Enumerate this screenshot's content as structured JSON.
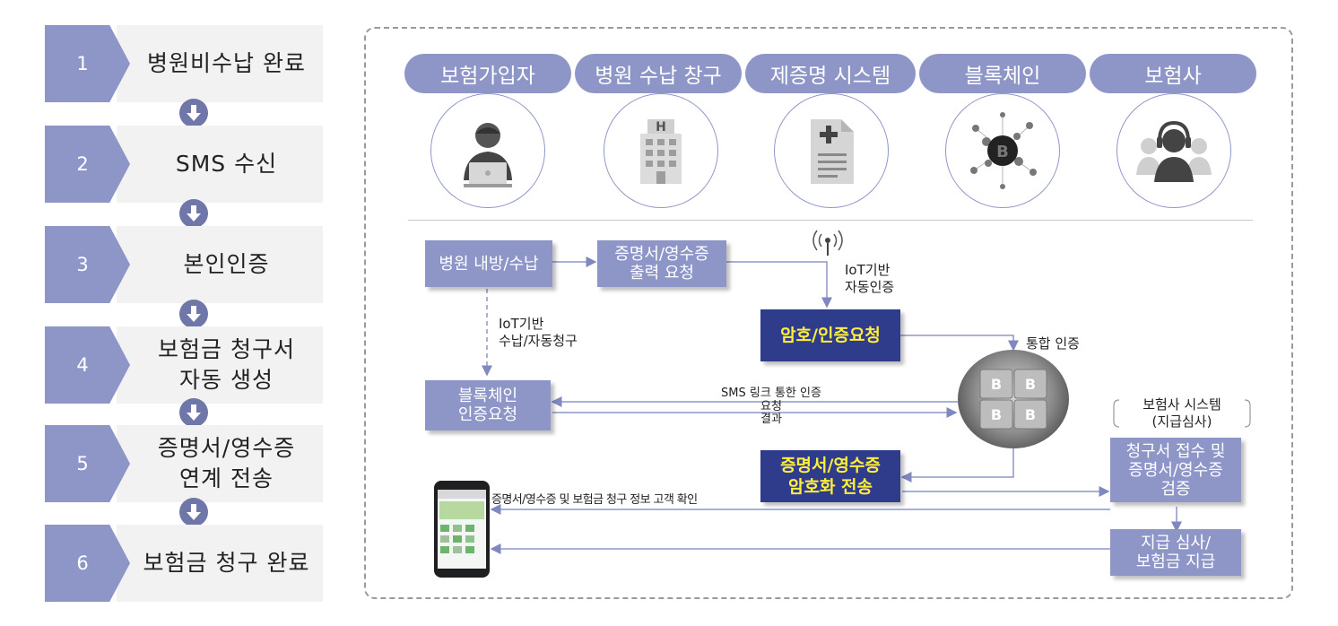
{
  "steps": [
    {
      "num": "1",
      "label": "병원비수납 완료"
    },
    {
      "num": "2",
      "label": "SMS 수신"
    },
    {
      "num": "3",
      "label": "본인인증"
    },
    {
      "num": "4",
      "label": "보험금 청구서\n자동 생성"
    },
    {
      "num": "5",
      "label": "증명서/영수증\n연계 전송"
    },
    {
      "num": "6",
      "label": "보험금 청구 완료"
    }
  ],
  "actors": [
    "보험가입자",
    "병원 수납 창구",
    "제증명 시스템",
    "블록체인",
    "보험사"
  ],
  "flow": {
    "hospital_visit": "병원 내방/수납",
    "print_request": "증명서/영수증\n출력 요청",
    "iot_auth": "IoT기반\n자동인증",
    "encrypt_request": "암호/인증요청",
    "integrated_auth": "통합 인증",
    "iot_claim": "IoT기반\n수납/자동청구",
    "blockchain_request": "블록체인\n인증요청",
    "sms_link": "SMS 링크 통한 인증",
    "request": "요청",
    "result": "결과",
    "insurer_system": "보험사 시스템\n(지급심사)",
    "claim_receipt": "청구서 접수 및\n증명서/영수증\n검증",
    "encrypted_send": "증명서/영수증\n암호화 전송",
    "customer_confirm": "증명서/영수증 및 보험금 청구 정보 고객 확인",
    "payment": "지급 심사/\n보험금 지급"
  },
  "colors": {
    "accent": "#8e96c8",
    "dark": "#2f3c8c",
    "highlight": "#ffef3a"
  }
}
